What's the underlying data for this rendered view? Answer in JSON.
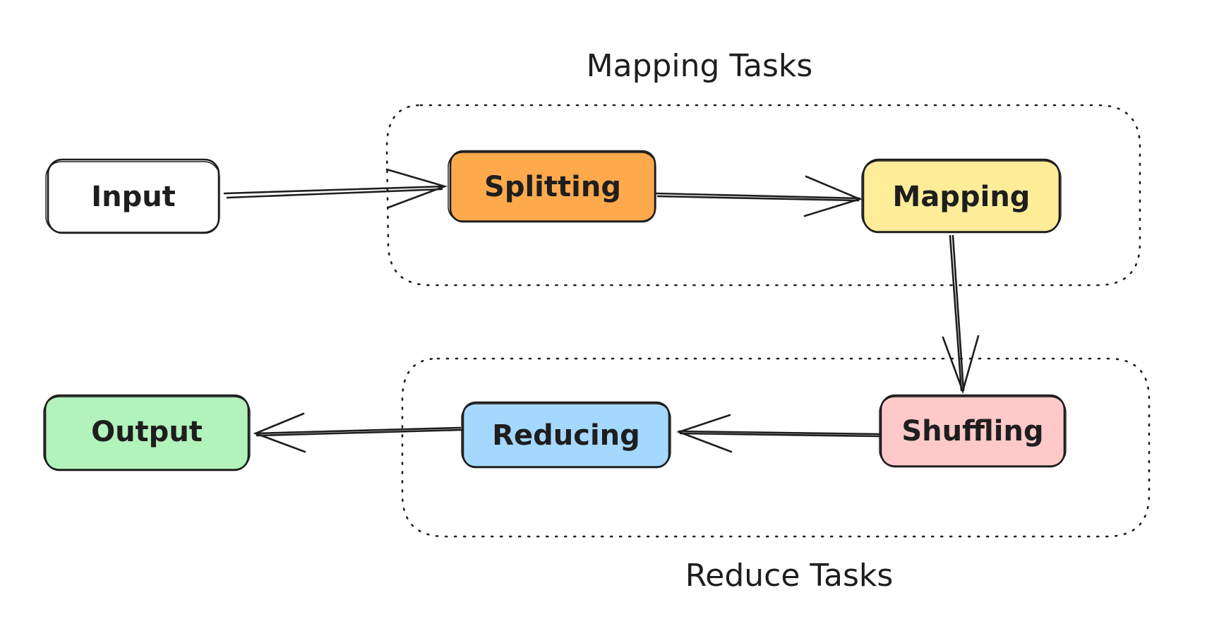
{
  "groups": {
    "mapping": {
      "label": "Mapping Tasks"
    },
    "reduce": {
      "label": "Reduce Tasks"
    }
  },
  "nodes": {
    "input": {
      "label": "Input",
      "color": "#ffffff"
    },
    "splitting": {
      "label": "Splitting",
      "color": "#ffa94d"
    },
    "mapping": {
      "label": "Mapping",
      "color": "#ffec99"
    },
    "shuffling": {
      "label": "Shuffling",
      "color": "#ffc9c9"
    },
    "reducing": {
      "label": "Reducing",
      "color": "#a5d8ff"
    },
    "output": {
      "label": "Output",
      "color": "#b2f2bb"
    }
  },
  "edges": [
    {
      "from": "input",
      "to": "splitting"
    },
    {
      "from": "splitting",
      "to": "mapping"
    },
    {
      "from": "mapping",
      "to": "shuffling"
    },
    {
      "from": "shuffling",
      "to": "reducing"
    },
    {
      "from": "reducing",
      "to": "output"
    }
  ]
}
